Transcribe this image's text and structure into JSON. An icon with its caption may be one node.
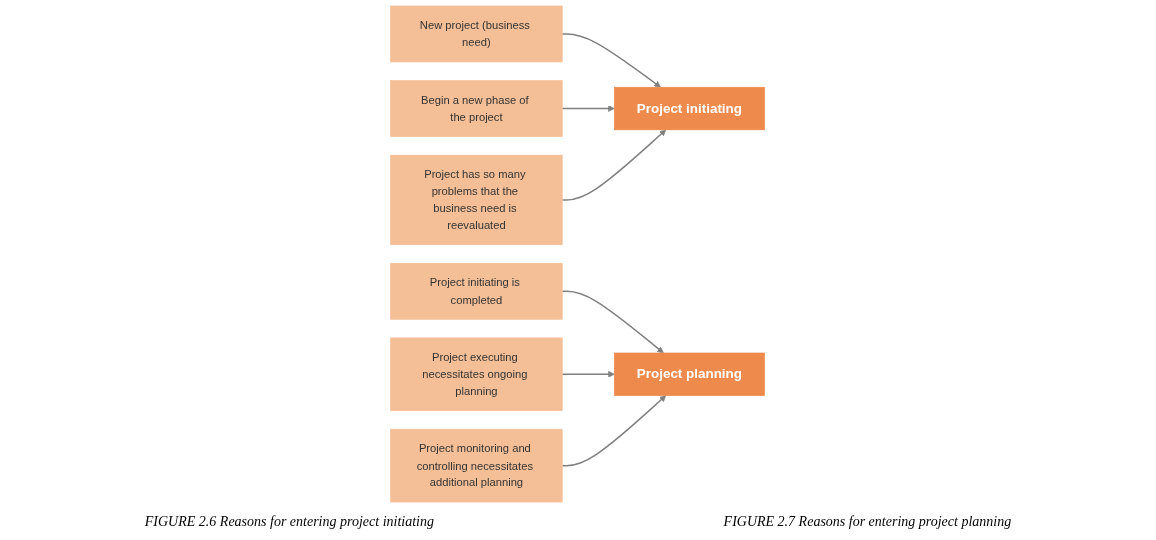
{
  "diagram": {
    "nodes": [
      {
        "text": [
          "New project (business need)"
        ]
      },
      {
        "text": [
          "Begin a new phase of the project"
        ]
      },
      {
        "text": [
          "Project has so many problems that the business need is reevaluated"
        ]
      },
      {
        "text": [
          "Project initiating"
        ]
      },
      {
        "text": [
          "Project initiating is completed"
        ]
      },
      {
        "text": [
          "Project executing necessitates ongoing planning"
        ]
      },
      {
        "text": [
          "Project monitoring and controlling necessitates additional planning"
        ]
      },
      {
        "text": [
          "Project planning"
        ]
      }
    ],
    "edges": [
      {
        "from": 0,
        "to": 3,
        "arrow": "to"
      },
      {
        "from": 1,
        "to": 3,
        "arrow": "to"
      },
      {
        "from": 2,
        "to": 3,
        "arrow": "to"
      },
      {
        "from": 4,
        "to": 7,
        "arrow": "to"
      },
      {
        "from": 5,
        "to": 7,
        "arrow": "to"
      },
      {
        "from": 6,
        "to": 7,
        "arrow": "to"
      }
    ],
    "labels": [
      "FIGURE 2.6 Reasons for entering project initiating",
      "FIGURE 2.7 Reasons for entering project planning"
    ]
  }
}
